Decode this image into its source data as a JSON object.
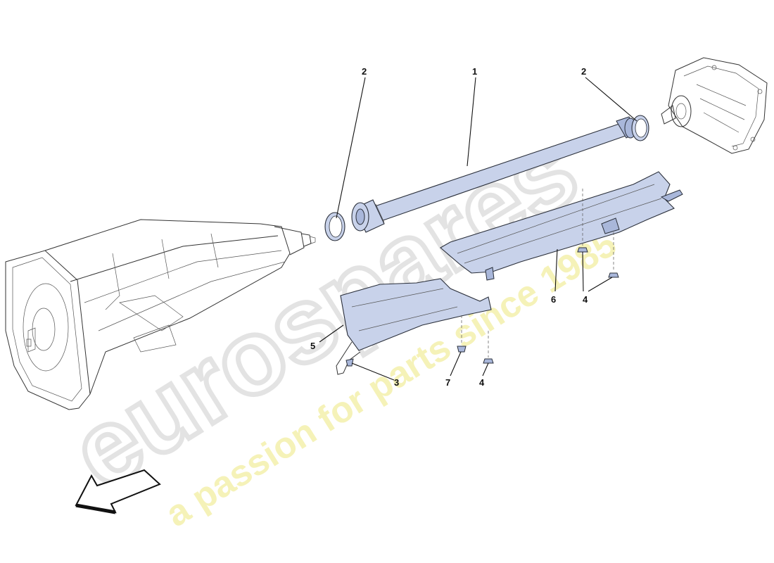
{
  "diagram": {
    "watermark": {
      "brand": "eurospares",
      "tagline": "a passion for parts since 1985"
    },
    "callouts": [
      {
        "id": "c2a",
        "label": "2"
      },
      {
        "id": "c1",
        "label": "1"
      },
      {
        "id": "c2b",
        "label": "2"
      },
      {
        "id": "c6",
        "label": "6"
      },
      {
        "id": "c4a",
        "label": "4"
      },
      {
        "id": "c5",
        "label": "5"
      },
      {
        "id": "c3",
        "label": "3"
      },
      {
        "id": "c7",
        "label": "7"
      },
      {
        "id": "c4b",
        "label": "4"
      }
    ],
    "colors": {
      "part_fill": "#c8d2ea",
      "outline": "#2a2f3a",
      "watermark_grey": "#e6e6e6",
      "watermark_yellow": "#f6f3b3"
    }
  }
}
